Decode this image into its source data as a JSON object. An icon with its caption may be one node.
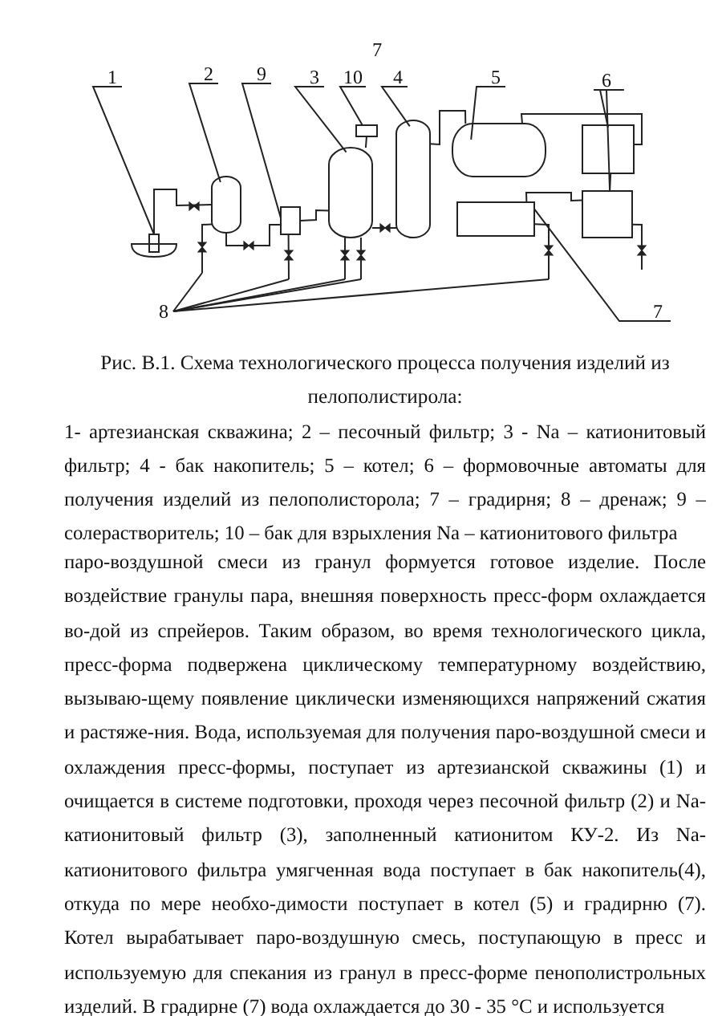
{
  "diagram": {
    "title": "Рис. В.1. Схема технологического процесса получения изделий из пелополистирола:",
    "caption": "1- артезианская скважина; 2 – песочный фильтр; 3 - Na – катионитовый фильтр; 4 - бак накопитель; 5 – котел; 6 – формовочные автоматы для получения изделий из пелополисторола; 7 – градирня; 8 – дренаж; 9 – солерастворитель; 10 – бак для взрыхления Na – катионитового фильтра",
    "nodes": [
      {
        "text": [
          "1"
        ]
      },
      {
        "text": [
          "2"
        ]
      },
      {
        "text": [
          "9"
        ]
      },
      {
        "text": [
          "3"
        ]
      },
      {
        "text": [
          "10"
        ]
      },
      {
        "text": [
          "4"
        ]
      },
      {
        "text": [
          "5"
        ]
      },
      {
        "text": [
          "6"
        ]
      },
      {
        "text": [
          "7"
        ]
      },
      {
        "text": [
          "8"
        ]
      },
      {
        "text": [],
        "shape": "well"
      },
      {
        "text": [],
        "shape": "cylinder"
      },
      {
        "text": [],
        "shape": "box"
      },
      {
        "text": [],
        "shape": "cylinder"
      },
      {
        "text": [],
        "shape": "box"
      },
      {
        "text": [],
        "shape": "cylinder"
      },
      {
        "text": [],
        "shape": "cylinder"
      },
      {
        "text": [],
        "shape": "box"
      },
      {
        "text": [],
        "shape": "box"
      },
      {
        "text": [],
        "shape": "box"
      }
    ],
    "edges": [
      {
        "from": 0,
        "to": 10,
        "arrow": "none"
      },
      {
        "from": 1,
        "to": 11,
        "arrow": "none"
      },
      {
        "from": 2,
        "to": 12,
        "arrow": "none"
      },
      {
        "from": 3,
        "to": 13,
        "arrow": "none"
      },
      {
        "from": 4,
        "to": 14,
        "arrow": "none"
      },
      {
        "from": 5,
        "to": 15,
        "arrow": "none"
      },
      {
        "from": 6,
        "to": 16,
        "arrow": "none"
      },
      {
        "from": 7,
        "to": 17,
        "arrow": "none"
      },
      {
        "from": 7,
        "to": 18,
        "arrow": "none"
      },
      {
        "from": 8,
        "to": 19,
        "arrow": "none"
      },
      {
        "from": 9,
        "to": null,
        "arrow": "none"
      },
      {
        "from": 9,
        "to": null,
        "arrow": "none"
      },
      {
        "from": 9,
        "to": null,
        "arrow": "none"
      },
      {
        "from": 9,
        "to": null,
        "arrow": "none"
      },
      {
        "from": 9,
        "to": null,
        "arrow": "none"
      },
      {
        "from": 10,
        "to": 11,
        "arrow": "none"
      },
      {
        "from": 11,
        "to": 12,
        "arrow": "none"
      },
      {
        "from": 12,
        "to": 13,
        "arrow": "none"
      },
      {
        "from": 14,
        "to": 13,
        "arrow": "none"
      },
      {
        "from": 13,
        "to": 15,
        "arrow": "none"
      },
      {
        "from": 15,
        "to": 16,
        "arrow": "none"
      },
      {
        "from": 16,
        "to": 17,
        "arrow": "none"
      },
      {
        "from": 19,
        "to": 18,
        "arrow": "none"
      },
      {
        "from": 18,
        "to": 17,
        "arrow": "none"
      },
      {
        "from": 11,
        "to": null,
        "arrow": "none"
      },
      {
        "from": 12,
        "to": null,
        "arrow": "none"
      },
      {
        "from": 13,
        "to": null,
        "arrow": "none"
      },
      {
        "from": 13,
        "to": null,
        "arrow": "none"
      },
      {
        "from": 19,
        "to": null,
        "arrow": "none"
      },
      {
        "from": 18,
        "to": null,
        "arrow": "none"
      }
    ],
    "labels": [
      "7",
      "паро-воздушной смеси из гранул формуется готовое изделие. После воздействие гранулы пара, внешняя поверхность пресс-форм охлаждается во-дой из спрейеров. Таким образом, во время технологического цикла, пресс-форма подвержена циклическому температурному воздействию, вызываю-щему появление циклически изменяющихся напряжений сжатия и растяже-ния. Вода, используемая для получения паро-воздушной смеси и охлаждения пресс-формы, поступает из артезианской скважины (1) и очищается в системе подготовки, проходя через песочной фильтр (2) и Na-катионитовый фильтр (3), заполненный катионитом КУ-2. Из Na-катионитового фильтра умягченная вода поступает в бак накопитель(4), откуда по мере необхо-димости поступает в котел (5) и градирню (7). Котел вырабатывает паро-воздушную смесь, поступающую в пресс и используемую для спекания из гранул в пресс-форме пенополистрольных изделий. В градирне (7) вода охлаждается до 30 - 35 °C и используется"
    ]
  }
}
